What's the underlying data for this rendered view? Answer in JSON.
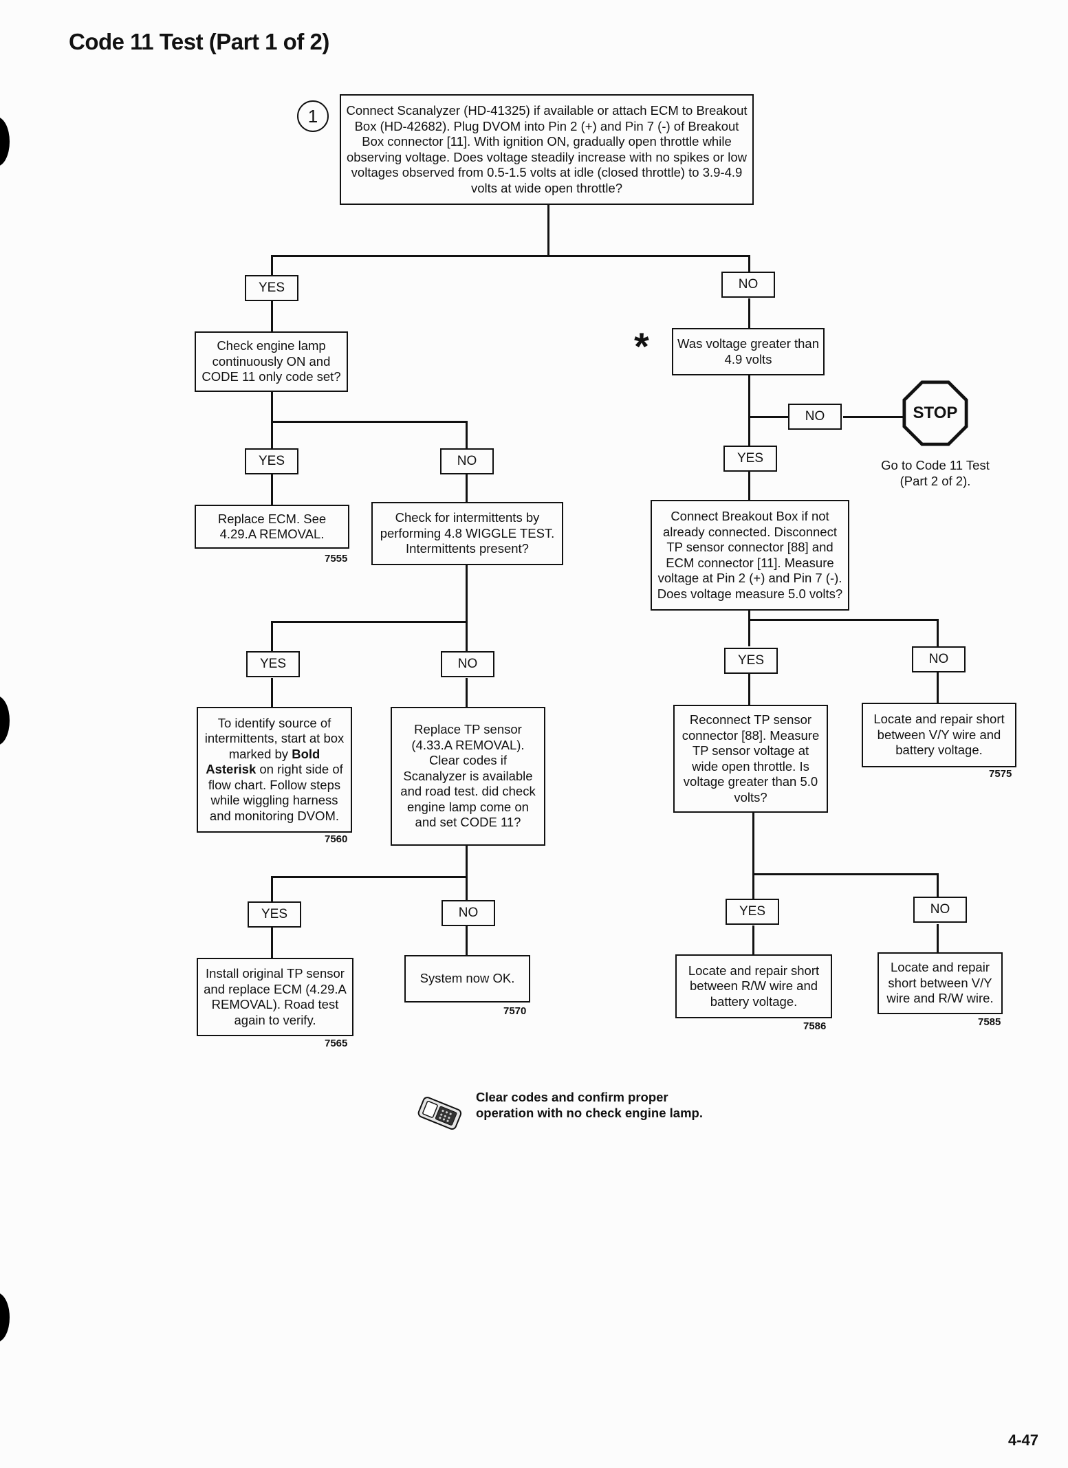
{
  "title": "Code 11 Test (Part 1 of 2)",
  "step_number": "1",
  "boxes": {
    "q1": "Connect Scanalyzer (HD-41325) if available or attach ECM to Breakout Box (HD-42682). Plug DVOM into Pin 2 (+) and Pin 7 (-) of Breakout Box connector [11]. With ignition ON, gradually open throttle while observing voltage. Does voltage steadily increase with no spikes or low voltages observed from 0.5-1.5 volts at idle (closed throttle) to 3.9-4.9 volts at wide open throttle?",
    "q_lamp": "Check engine lamp continuously ON and CODE 11 only code set?",
    "replace_ecm": "Replace ECM. See 4.29.A REMOVAL.",
    "q_intermittents": "Check for intermittents by performing 4.8 WIGGLE TEST. Intermittents present?",
    "identify_source_pre": "To identify source of intermittents, start at box marked by ",
    "identify_source_bold": "Bold Asterisk",
    "identify_source_post": " on right side of flow chart. Follow steps while wiggling harness and monitoring DVOM.",
    "replace_tp": "Replace TP sensor (4.33.A REMOVAL). Clear codes if Scanalyzer is available and road test. did check engine lamp come on and set CODE 11?",
    "install_original": "Install original TP sensor and replace ECM (4.29.A REMOVAL). Road test again to verify.",
    "system_ok": "System now OK.",
    "q_voltage_gt": "Was voltage greater than 4.9 volts",
    "connect_breakout": "Connect Breakout Box if not already connected. Disconnect TP sensor connector [88] and ECM connector [11]. Measure voltage at Pin 2 (+) and Pin 7 (-). Does voltage measure 5.0 volts?",
    "reconnect_tp": "Reconnect TP sensor connector [88]. Measure TP sensor voltage at wide open throttle. Is voltage greater than 5.0 volts?",
    "short_vy_batt": "Locate and repair short between V/Y wire and battery voltage.",
    "short_rw_batt": "Locate and repair short between R/W wire and battery voltage.",
    "short_vy_rw": "Locate and repair short between V/Y wire and R/W wire."
  },
  "labels": {
    "yes": "YES",
    "no": "NO"
  },
  "codes": {
    "c7555": "7555",
    "c7560": "7560",
    "c7565": "7565",
    "c7570": "7570",
    "c7575": "7575",
    "c7586": "7586",
    "c7585": "7585"
  },
  "asterisk": "*",
  "stop": {
    "label": "STOP",
    "goto": "Go to Code 11 Test (Part 2 of 2)."
  },
  "note": "Clear codes and confirm proper operation with no check engine lamp.",
  "page_number": "4-47"
}
